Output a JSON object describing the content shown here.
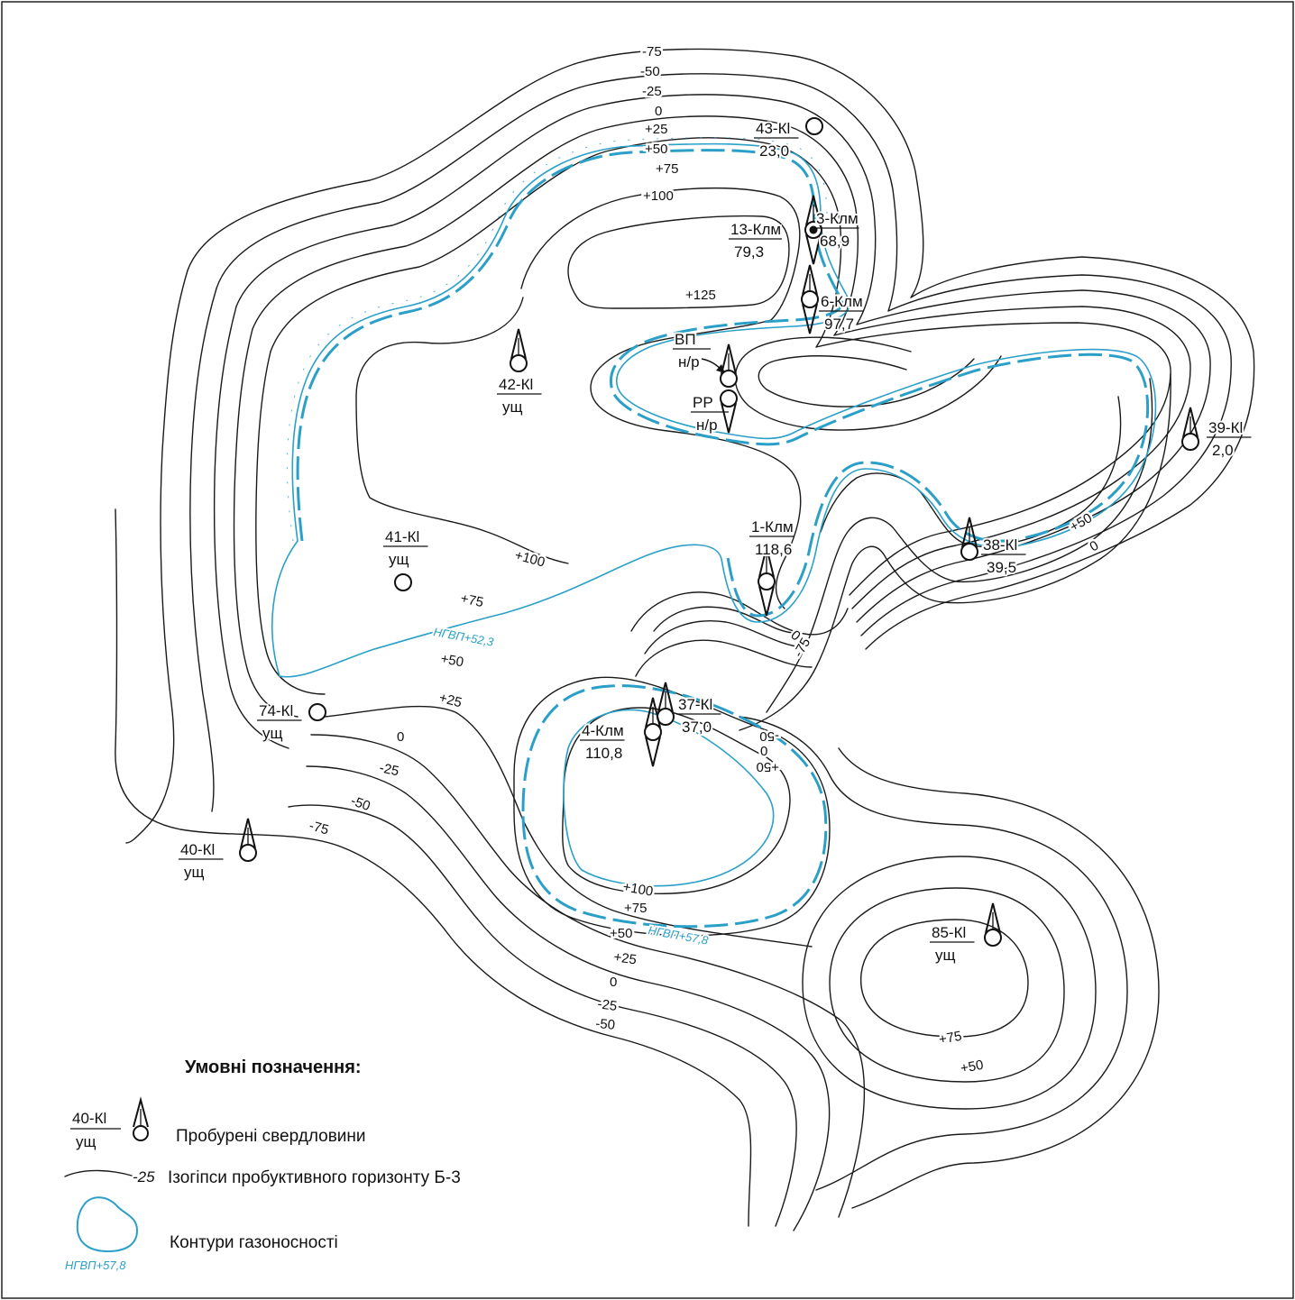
{
  "contour_labels": [
    {
      "id": "c-m75-top",
      "text": "-75"
    },
    {
      "id": "c-m50-top",
      "text": "-50"
    },
    {
      "id": "c-m25-top",
      "text": "-25"
    },
    {
      "id": "c-0-top",
      "text": "0"
    },
    {
      "id": "c-p25-top",
      "text": "+25"
    },
    {
      "id": "c-p50-top",
      "text": "+50"
    },
    {
      "id": "c-p75-top",
      "text": "+75"
    },
    {
      "id": "c-p100-top",
      "text": "+100"
    },
    {
      "id": "c-p125",
      "text": "+125"
    },
    {
      "id": "c-p100-mid",
      "text": "+100"
    },
    {
      "id": "c-p75-mid",
      "text": "+75"
    },
    {
      "id": "c-p50-mid",
      "text": "+50"
    },
    {
      "id": "c-p25-left",
      "text": "+25"
    },
    {
      "id": "c-0-left",
      "text": "0"
    },
    {
      "id": "c-m25-left",
      "text": "-25"
    },
    {
      "id": "c-m50-left",
      "text": "-50"
    },
    {
      "id": "c-m75-left",
      "text": "-75"
    },
    {
      "id": "c-0-center",
      "text": "0"
    },
    {
      "id": "c-m75-center",
      "text": "-75"
    },
    {
      "id": "c-m50-east",
      "text": "-50"
    },
    {
      "id": "c-0-east",
      "text": "0"
    },
    {
      "id": "c-p50-east",
      "text": "+50"
    },
    {
      "id": "c-p100-south",
      "text": "+100"
    },
    {
      "id": "c-p75-south",
      "text": "+75"
    },
    {
      "id": "c-p50-south",
      "text": "+50"
    },
    {
      "id": "c-p25-south",
      "text": "+25"
    },
    {
      "id": "c-0-south",
      "text": "0"
    },
    {
      "id": "c-m25-south",
      "text": "-25"
    },
    {
      "id": "c-m50-south",
      "text": "-50"
    },
    {
      "id": "c-p75-se",
      "text": "+75"
    },
    {
      "id": "c-p50-se",
      "text": "+50"
    },
    {
      "id": "c-p50-right",
      "text": "+50"
    },
    {
      "id": "c-0-right",
      "text": "0"
    }
  ],
  "gas_labels": [
    {
      "id": "g-north",
      "text": "НГВП+52,3"
    },
    {
      "id": "g-south",
      "text": "НГВП+57,8"
    }
  ],
  "wells": [
    {
      "id": "w43",
      "name": "43-Кl",
      "value": "23,0"
    },
    {
      "id": "w3",
      "name": "3-Клм",
      "value": "68,9"
    },
    {
      "id": "w13",
      "name": "13-Клм",
      "value": "79,3"
    },
    {
      "id": "w6",
      "name": "6-Клм",
      "value": "97,7"
    },
    {
      "id": "wvp",
      "name": "ВП",
      "value": "н/р"
    },
    {
      "id": "wrr",
      "name": "РР",
      "value": "н/р"
    },
    {
      "id": "w42",
      "name": "42-Кl",
      "value": "ущ"
    },
    {
      "id": "w39",
      "name": "39-Кl",
      "value": "2,0"
    },
    {
      "id": "w1",
      "name": "1-Клм",
      "value": "118,6"
    },
    {
      "id": "w38",
      "name": "38-Кl",
      "value": "39,5"
    },
    {
      "id": "w41",
      "name": "41-Кl",
      "value": "ущ"
    },
    {
      "id": "w74",
      "name": "74-Кl",
      "value": "ущ"
    },
    {
      "id": "w37",
      "name": "37-Кl",
      "value": "37,0"
    },
    {
      "id": "w4",
      "name": "4-Клм",
      "value": "110,8"
    },
    {
      "id": "w40",
      "name": "40-Кl",
      "value": "ущ"
    },
    {
      "id": "w85",
      "name": "85-Кl",
      "value": "ущ"
    }
  ],
  "legend": {
    "title": "Умовні позначення:",
    "wells": {
      "label": "Пробурені свердловини",
      "sample_name": "40-Кl",
      "sample_value": "ущ"
    },
    "isohypses": {
      "label": "Ізогіпси пробуктивного горизонту Б-3",
      "sample_value": "-25"
    },
    "gas_contours": {
      "label": "Контури газоносності",
      "sample_value": "НГВП+57,8"
    }
  },
  "colors": {
    "gas_contour": "#2aa0c8",
    "contour": "#1a1a1a",
    "background": "#ffffff"
  }
}
